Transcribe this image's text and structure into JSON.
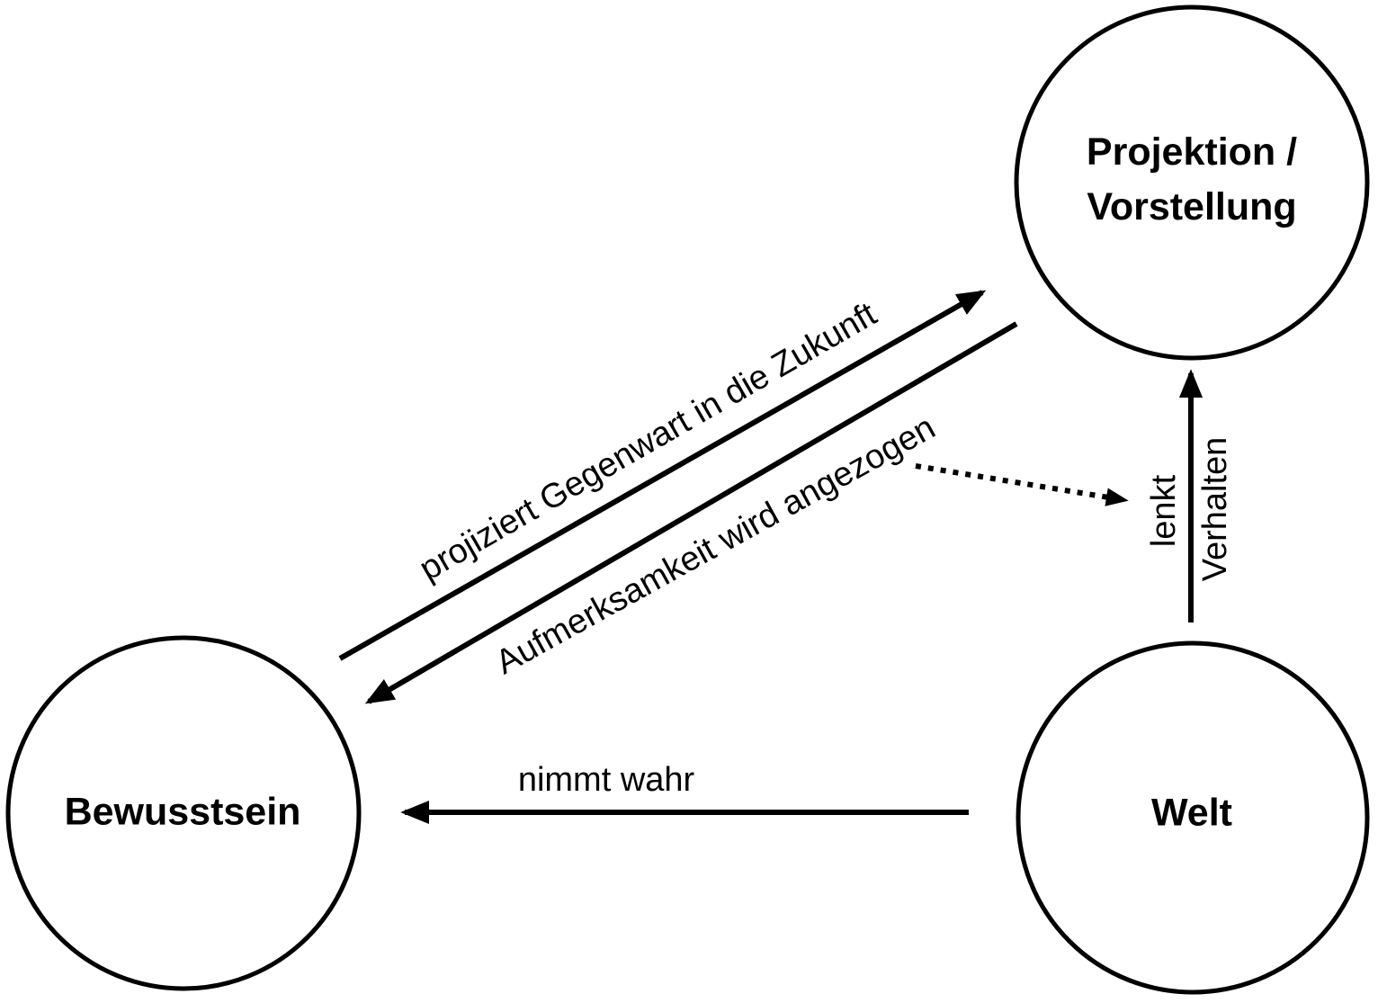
{
  "colors": {
    "ink": "#000000",
    "background": "#ffffff"
  },
  "nodes": {
    "projektion": {
      "label_lines": [
        "Projektion /",
        "Vorstellung"
      ]
    },
    "bewusstsein": {
      "label": "Bewusstsein"
    },
    "welt": {
      "label": "Welt"
    }
  },
  "edges": {
    "projiziert": {
      "label": "projiziert Gegenwart in die Zukunft",
      "from": "bewusstsein",
      "to": "projektion",
      "style": "solid"
    },
    "aufmerksamkeit": {
      "label": "Aufmerksamkeit wird angezogen",
      "from": "projektion",
      "to": "bewusstsein",
      "style": "solid"
    },
    "attention_pull": {
      "label": "",
      "from": "aufmerksamkeit-label",
      "to": "lenkt-verhalten-arrow",
      "style": "dotted"
    },
    "lenkt_verhalten": {
      "label_left": "lenkt",
      "label_right": "Verhalten",
      "from": "welt",
      "to": "projektion",
      "style": "solid"
    },
    "nimmt_wahr": {
      "label": "nimmt wahr",
      "from": "welt",
      "to": "bewusstsein",
      "style": "solid"
    }
  }
}
